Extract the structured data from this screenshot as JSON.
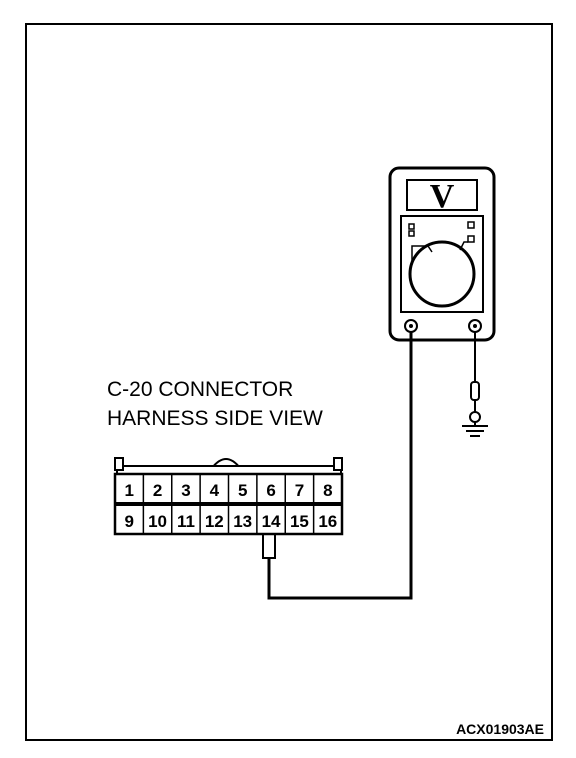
{
  "connector": {
    "title_line1": "C-20 CONNECTOR",
    "title_line2": "HARNESS SIDE VIEW",
    "pins_top": [
      "1",
      "2",
      "3",
      "4",
      "5",
      "6",
      "7",
      "8"
    ],
    "pins_bottom": [
      "9",
      "10",
      "11",
      "12",
      "13",
      "14",
      "15",
      "16"
    ]
  },
  "meter": {
    "display": "V"
  },
  "figure_code": "ACX01903AE"
}
